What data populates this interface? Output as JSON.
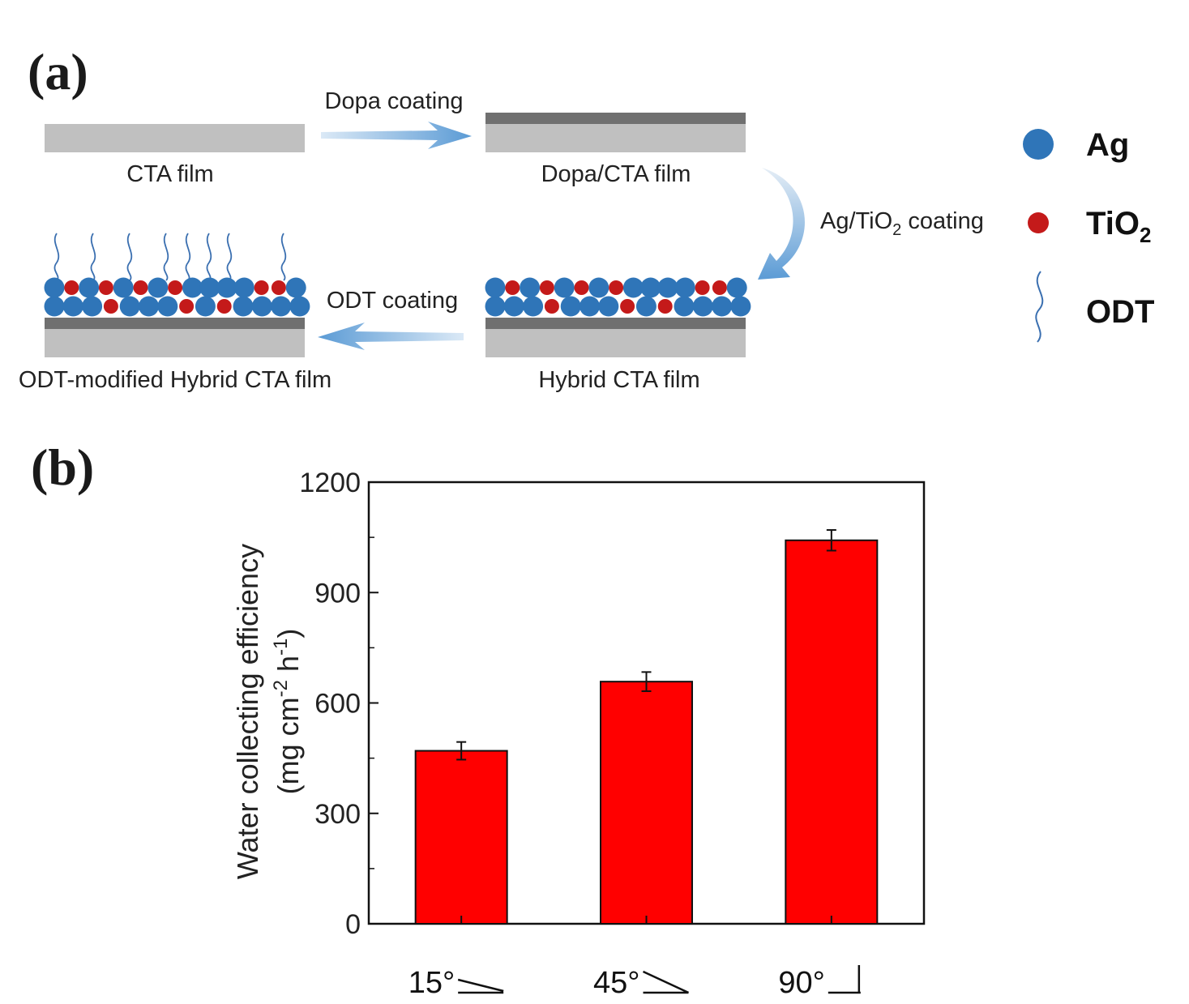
{
  "panel_a": {
    "label": "(a)",
    "steps": {
      "cta_film": "CTA film",
      "dopa_coating": "Dopa coating",
      "dopa_cta_film": "Dopa/CTA film",
      "ag_tio2_coating_prefix": "Ag/TiO",
      "ag_tio2_coating_sub": "2",
      "ag_tio2_coating_suffix": " coating",
      "hybrid_cta_film": "Hybrid CTA film",
      "odt_coating": "ODT coating",
      "odt_modified_film": "ODT-modified Hybrid CTA film"
    },
    "legend": {
      "ag": "Ag",
      "tio2": "TiO",
      "tio2_sub": "2",
      "odt": "ODT"
    },
    "colors": {
      "substrate": "#c0c0c0",
      "dopa_layer": "#707070",
      "ag": "#2f75b8",
      "tio2": "#c41a1a",
      "arrow": "#7aaedc",
      "odt_chain": "#3a6fb0"
    }
  },
  "panel_b": {
    "label": "(b)",
    "ylabel_line1": "Water collecting efficiency",
    "ylabel_line2_parts": [
      "(mg cm",
      "-2",
      " h",
      "-1",
      ")"
    ],
    "bar_color": "#ff0000"
  },
  "chart_data": {
    "type": "bar",
    "categories": [
      "15°",
      "45°",
      "90°"
    ],
    "values": [
      470,
      658,
      1042
    ],
    "errors": [
      24,
      26,
      28
    ],
    "ylim": [
      0,
      1200
    ],
    "yticks": [
      0,
      300,
      600,
      900,
      1200
    ],
    "ylabel": "Water collecting efficiency (mg cm-2 h-1)",
    "xlabel": "",
    "title": "",
    "grid": false
  }
}
